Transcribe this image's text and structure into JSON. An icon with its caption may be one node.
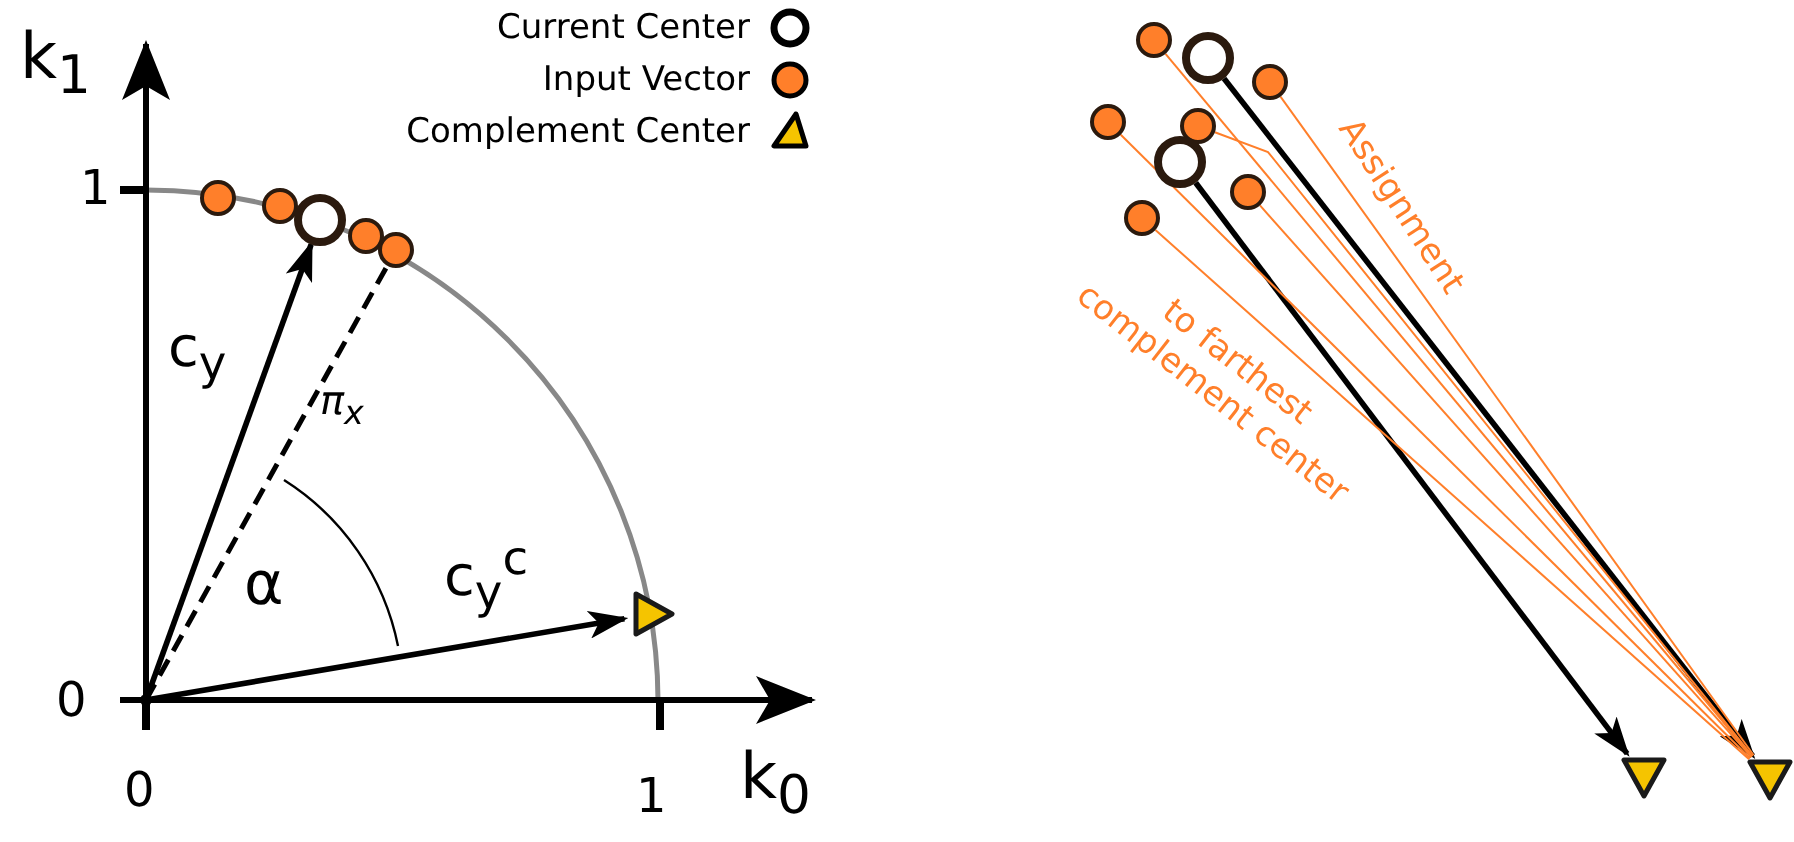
{
  "diagram": {
    "nodes": [
      {
        "text": [],
        "shape": "circle"
      },
      {
        "text": [],
        "shape": "circle"
      },
      {
        "text": [],
        "shape": "circle"
      },
      {
        "text": [],
        "shape": "circle"
      },
      {
        "text": [],
        "shape": "circle"
      },
      {
        "text": [],
        "shape": "triangle"
      },
      {
        "text": [],
        "shape": "circle"
      },
      {
        "text": [],
        "shape": "circle"
      },
      {
        "text": [],
        "shape": "circle"
      },
      {
        "text": [],
        "shape": "circle"
      },
      {
        "text": [],
        "shape": "circle"
      },
      {
        "text": [],
        "shape": "circle"
      },
      {
        "text": [],
        "shape": "circle"
      },
      {
        "text": [],
        "shape": "circle"
      },
      {
        "text": [],
        "shape": "triangle"
      },
      {
        "text": [],
        "shape": "triangle"
      },
      {
        "text": [],
        "shape": "dot"
      }
    ],
    "edges": [
      {
        "from": 16,
        "to": 2,
        "arrow": "to",
        "label": "c$_{y}$",
        "style": "thick",
        "color": "#000000"
      },
      {
        "from": 16,
        "to": 4,
        "arrow": "none",
        "label": "π$_{x}$",
        "style": "dashed",
        "color": "#000000"
      },
      {
        "from": 16,
        "to": 5,
        "arrow": "to",
        "label": "c$_{y}$$^{c}$",
        "style": "thick",
        "color": "#000000"
      },
      {
        "from": 7,
        "to": 15,
        "arrow": "to",
        "style": "thick",
        "color": "#000000"
      },
      {
        "from": 11,
        "to": 14,
        "arrow": "to",
        "style": "thick",
        "color": "#000000"
      },
      {
        "from": 6,
        "to": 15,
        "arrow": "none",
        "color": "#ff7f2a"
      },
      {
        "from": 8,
        "to": 15,
        "arrow": "none",
        "color": "#ff7f2a"
      },
      {
        "from": 9,
        "to": 15,
        "arrow": "none",
        "color": "#ff7f2a"
      },
      {
        "from": 10,
        "to": 15,
        "arrow": "none",
        "color": "#ff7f2a"
      },
      {
        "from": 12,
        "to": 15,
        "arrow": "none",
        "color": "#ff7f2a"
      },
      {
        "from": 13,
        "to": 15,
        "arrow": "none",
        "color": "#ff7f2a"
      }
    ],
    "labels": [
      "k$_{1}$",
      "1",
      "0",
      "0",
      "1",
      "k$_{0}$",
      "α",
      "Assignment",
      "to farthest complement center"
    ],
    "legend": [
      {
        "text": "Current Center"
      },
      {
        "text": "Input Vector"
      },
      {
        "text": "Complement Center"
      }
    ]
  }
}
